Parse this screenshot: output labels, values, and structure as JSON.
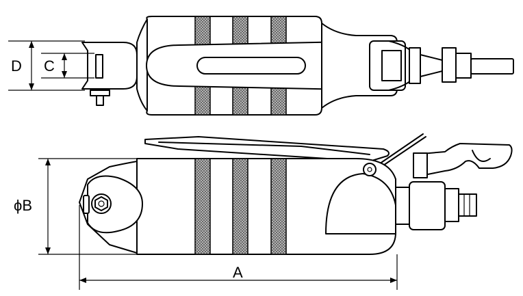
{
  "colors": {
    "line": "#000000",
    "background": "#ffffff",
    "grip": "#9a9a9a"
  },
  "labels": {
    "a": "A",
    "b": "ϕB",
    "c": "C",
    "d": "D"
  }
}
